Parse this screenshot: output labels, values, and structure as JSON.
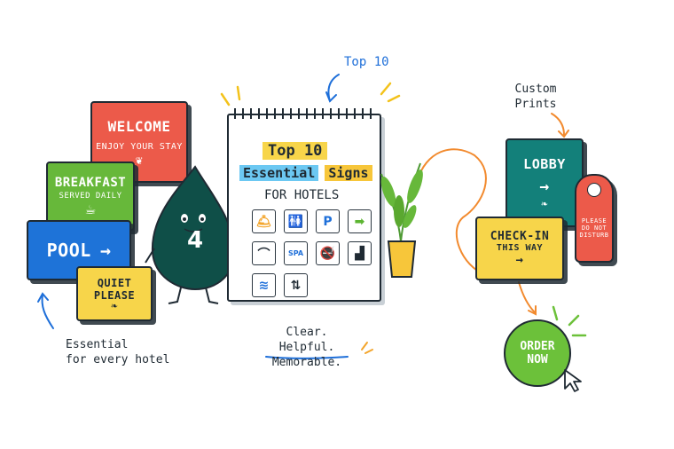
{
  "annotations": {
    "top_label": "Top 10",
    "custom_label_line1": "Custom",
    "custom_label_line2": "Prints",
    "essential_line1": "Essential",
    "essential_line2": "for every hotel",
    "clear_line1": "Clear. Helpful.",
    "clear_line2": "Memorable."
  },
  "signs": {
    "welcome_title": "WELCOME",
    "welcome_sub": "ENJOY YOUR STAY",
    "breakfast_title": "BREAKFAST",
    "breakfast_sub": "SERVED DAILY",
    "pool_title": "POOL",
    "pool_arrow": "→",
    "quiet_line1": "QUIET",
    "quiet_line2": "PLEASE",
    "lobby_title": "LOBBY",
    "lobby_arrow": "→",
    "checkin_line1": "CHECK-IN",
    "checkin_line2": "THIS WAY",
    "checkin_arrow": "→",
    "dnd_line1": "PLEASE",
    "dnd_line2": "DO NOT",
    "dnd_line3": "DISTURB"
  },
  "mascot": {
    "number": "4"
  },
  "notebook": {
    "title_word1": "Top 10",
    "title_word2": "Essential",
    "title_word3": "Signs",
    "subtitle": "FOR HOTELS",
    "icons": [
      {
        "name": "bell-icon",
        "glyph": "🛎",
        "color": "#f3a52c"
      },
      {
        "name": "restroom-icon",
        "glyph": "🚻",
        "color": "#1f2a33"
      },
      {
        "name": "parking-icon",
        "glyph": "P",
        "color": "#1e6fd9"
      },
      {
        "name": "exit-arrow-icon",
        "glyph": "➡",
        "color": "#5cb531"
      },
      {
        "name": "hanger-icon",
        "glyph": "⌒",
        "color": "#1f2a33"
      },
      {
        "name": "spa-icon",
        "glyph": "SPA",
        "color": "#1e6fd9"
      },
      {
        "name": "no-smoking-icon",
        "glyph": "🚭",
        "color": "#e2463d"
      },
      {
        "name": "stairs-icon",
        "glyph": "▟",
        "color": "#1f2a33"
      },
      {
        "name": "wifi-icon",
        "glyph": "≋",
        "color": "#1e6fd9"
      },
      {
        "name": "elevator-icon",
        "glyph": "⇅",
        "color": "#1f2a33"
      }
    ]
  },
  "cta": {
    "line1": "ORDER",
    "line2": "NOW"
  },
  "colors": {
    "red": "#ec5a4a",
    "green": "#67b83a",
    "blue": "#1e73d8",
    "yellow": "#f7d54a",
    "teal": "#13807a",
    "dark_green": "#0f4f48",
    "orange": "#f28a2e",
    "cta_green": "#6cc13a"
  }
}
